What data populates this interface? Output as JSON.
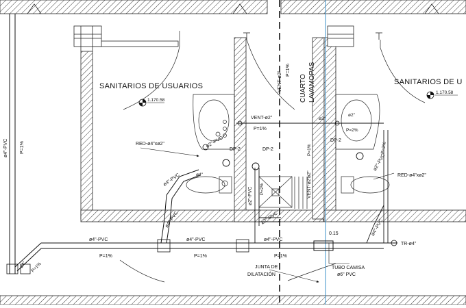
{
  "rooms": {
    "left": "SANITARIOS DE USUARIOS",
    "right": "SANITARIOS DE U",
    "center_line1": "CUARTO",
    "center_line2": "LAVAMOPAS"
  },
  "levels": {
    "left": "1.170.58",
    "right": "1.170.58"
  },
  "labels": {
    "pvc4": "ø4\"-PVC",
    "pvc2": "ø2\"-PVC",
    "slope1": "P=1%",
    "slope2": "P=2%",
    "vent2": "VENT-ø2\"",
    "red42": "RED-ø4\"xø2\"",
    "dp2": "DP-2",
    "tr4": "TR-ø4\"",
    "d015": "0.15",
    "phi4": "ø4\"",
    "phi2": "ø2\"",
    "junta1": "JUNTA DE",
    "junta2": "DILATACIÓN",
    "tubo1": "TUBO CAMISA",
    "tubo2": "ø6\" PVC"
  }
}
